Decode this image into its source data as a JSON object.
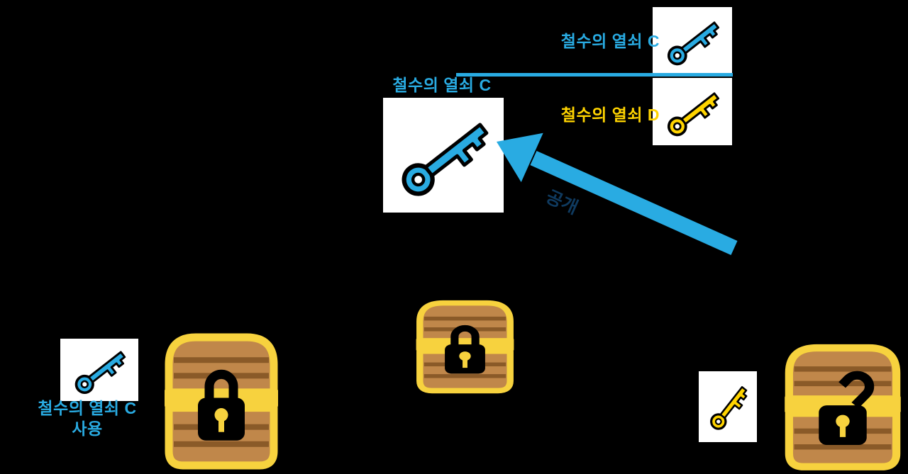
{
  "diagram": {
    "title": "asymmetric-key-encryption-diagram",
    "colors": {
      "background": "#000000",
      "public_key_blue": "#29ABE2",
      "private_key_yellow": "#FFD400",
      "chest_gold": "#F7D23E",
      "chest_wood": "#C0874A",
      "chest_wood_dark": "#8A5A28",
      "lock_black": "#000000",
      "arrow_blue": "#29ABE2",
      "arrow_label_navy": "#0F3A5F"
    },
    "key_pair_panel": {
      "blue_key_label": "철수의 열쇠 C",
      "yellow_key_label": "철수의 열쇠 D"
    },
    "published_key": {
      "label": "철수의 열쇠 C"
    },
    "publish_arrow": {
      "label": "공개"
    },
    "encrypt_note": {
      "line1": "철수의 열쇠 C",
      "line2": "사용"
    },
    "chests": [
      {
        "id": "chest-left",
        "state": "locked"
      },
      {
        "id": "chest-middle",
        "state": "locked"
      },
      {
        "id": "chest-right",
        "state": "unlocked"
      }
    ],
    "icons": {
      "blue-key-icon": "blue key (public key C)",
      "yellow-key-icon": "yellow key (private key D)",
      "treasure-chest-locked-icon": "closed treasure chest with black padlock",
      "treasure-chest-unlocked-icon": "treasure chest with open black padlock",
      "publish-arrow": "large blue arrow pointing to published key"
    }
  }
}
